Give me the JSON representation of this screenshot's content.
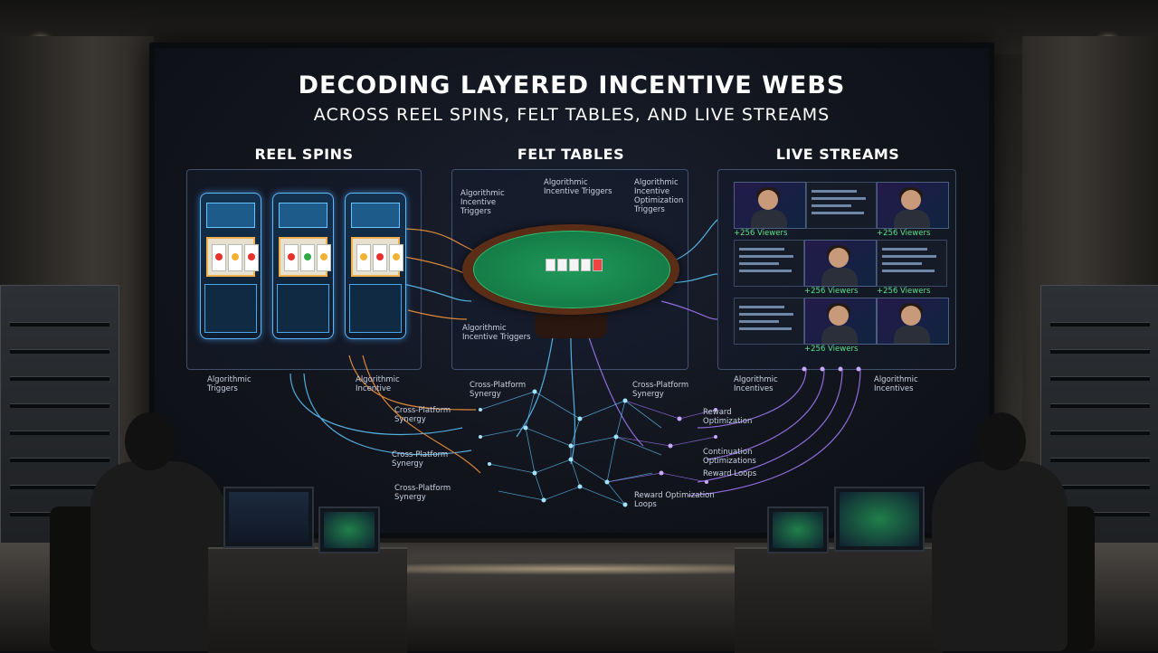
{
  "title": {
    "line1": "DECODING LAYERED INCENTIVE WEBS",
    "line2": "ACROSS REEL SPINS, FELT TABLES, AND LIVE STREAMS"
  },
  "sections": {
    "reel": "REEL SPINS",
    "felt": "FELT TABLES",
    "live": "LIVE STREAMS"
  },
  "labels": {
    "reel_left": "Algorithmic Triggers",
    "reel_right": "Algorithmic Incentive",
    "felt_top_left": "Algorithmic Incentive Triggers",
    "felt_top_mid": "Algorithmic Incentive Triggers",
    "felt_top_right": "Algorithmic Incentive Optimization Triggers",
    "felt_bottom": "Algorithmic Incentive Triggers",
    "live_left": "Algorithmic Incentives",
    "live_right": "Algorithmic Incentives",
    "synergy_1": "Cross-Platform Synergy",
    "synergy_2": "Cross-Platform Synergy",
    "synergy_3": "Cross-Platform Synergy",
    "synergy_4": "Cross-Platform Synergy",
    "synergy_5": "Cross-Platform Synergy",
    "reward_opt": "Reward Optimization",
    "cont_opt": "Continuation Optimizations",
    "reward_loops": "Reward Loops",
    "reward_opt_loops": "Reward Optimization Loops"
  },
  "viewer_badges": [
    "+256 Viewers",
    "+256 Viewers",
    "+256 Viewers",
    "+256 Viewers",
    "+256 Viewers"
  ],
  "colors": {
    "cyan": "#5fc9ff",
    "purple": "#a77bff",
    "orange": "#ff9c3b",
    "green_felt": "#1f9a59"
  }
}
